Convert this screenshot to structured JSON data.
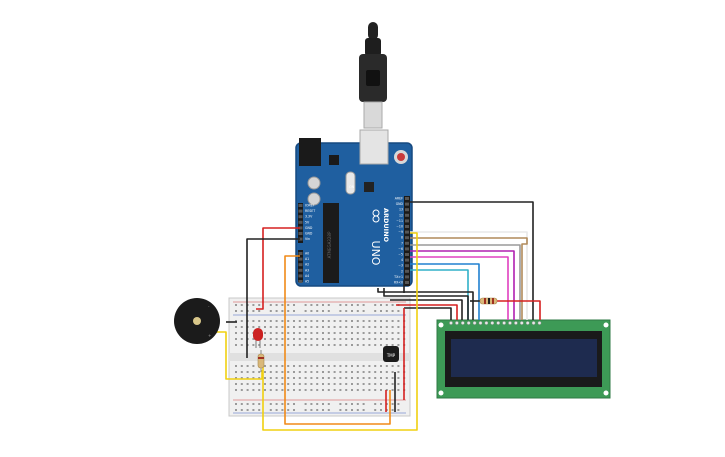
{
  "arduino": {
    "brand": "ARDUINO",
    "model": "UNO",
    "digital_header_labels": [
      "AREF",
      "GND",
      "13",
      "12",
      "~11",
      "~10",
      "~9",
      "8",
      "7",
      "~6",
      "~5",
      "4",
      "~3",
      "2",
      "TX>1",
      "RX<0"
    ],
    "power_header_labels": [
      "IOREF",
      "RESET",
      "3.3V",
      "5V",
      "GND",
      "GND",
      "Vin"
    ],
    "analog_header_labels": [
      "A0",
      "A1",
      "A2",
      "A3",
      "A4",
      "A5"
    ],
    "chip_label": "ATMEGA328P",
    "led_label": "ON"
  },
  "components": {
    "temp_sensor_label": "TMP",
    "buzzer": "piezo",
    "led_color": "#cc2222",
    "lcd_screen_color": "#1e2b4f",
    "lcd_board_color": "#3d9a56",
    "board_color": "#1f5fa0"
  },
  "wire_colors": {
    "black": "#222222",
    "red": "#d62020",
    "yellow": "#f0d010",
    "orange": "#f08a18",
    "gray": "#9a9a9a",
    "brown": "#b08a5a",
    "purple": "#b020b0",
    "magenta": "#e040c0",
    "blue": "#2080d0",
    "cyan": "#30b0c8"
  }
}
